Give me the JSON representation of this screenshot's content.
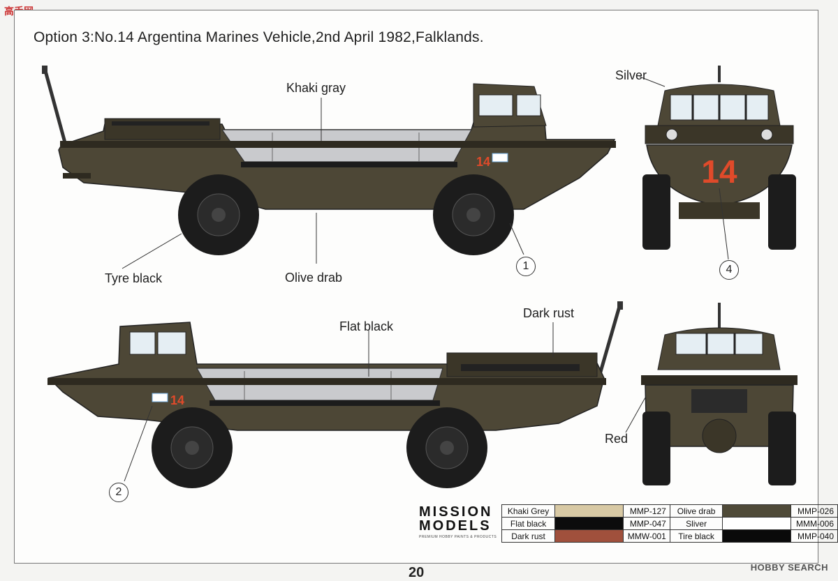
{
  "watermark": {
    "site": "高手网",
    "search": "HOBBY SEARCH"
  },
  "title": "Option 3:No.14 Argentina Marines Vehicle,2nd April 1982,Falklands.",
  "labels": {
    "khaki_gray": "Khaki gray",
    "silver": "Silver",
    "tyre_black": "Tyre black",
    "olive_drab": "Olive drab",
    "flat_black": "Flat black",
    "dark_rust": "Dark rust",
    "red": "Red"
  },
  "vehicle_number": "14",
  "callouts": [
    "1",
    "2",
    "4"
  ],
  "brand": {
    "line1": "MISSION",
    "line2": "MODELS",
    "tagline": "PREMIUM HOBBY PAINTS & PRODUCTS"
  },
  "paint_table": [
    {
      "left_name": "Khaki Grey",
      "left_color": "#d8c9a4",
      "left_code": "MMP-127",
      "right_name": "Olive drab",
      "right_color": "#4f4a38",
      "right_code": "MMP-026"
    },
    {
      "left_name": "Flat black",
      "left_color": "#0c0c0c",
      "left_code": "MMP-047",
      "right_name": "Sliver",
      "right_color": "#ffffff",
      "right_code": "MMM-006"
    },
    {
      "left_name": "Dark rust",
      "left_color": "#a0503c",
      "left_code": "MMW-001",
      "right_name": "Tire black",
      "right_color": "#0a0a0a",
      "right_code": "MMP-040"
    }
  ],
  "page_number": "20",
  "colors": {
    "olive": "#4d4736",
    "olive_dark": "#3b3628",
    "bed": "#c9cacd",
    "tyre": "#1c1c1c",
    "number_red": "#e04a2a"
  }
}
